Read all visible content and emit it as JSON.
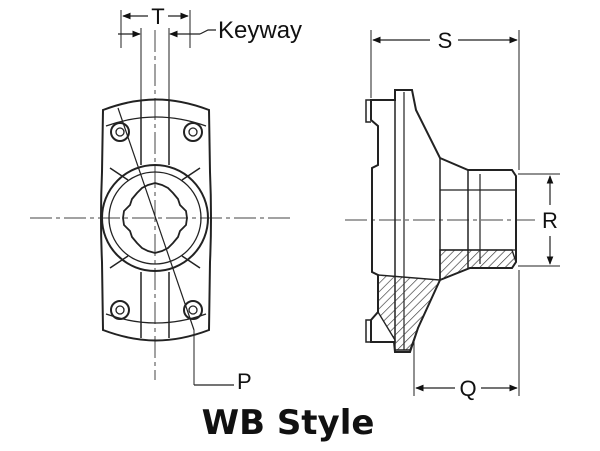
{
  "labels": {
    "t": "T",
    "keyway": "Keyway",
    "s": "S",
    "r": "R",
    "p": "P",
    "q": "Q"
  },
  "caption": "WB Style"
}
